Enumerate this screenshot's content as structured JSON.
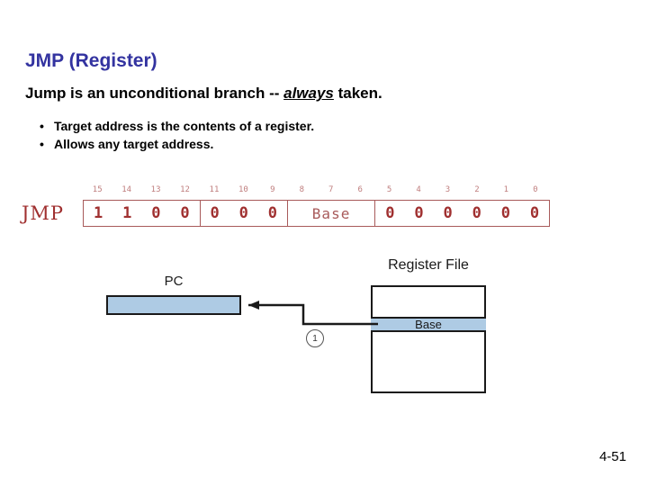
{
  "slide": {
    "title": "JMP (Register)",
    "lead_before": "Jump is an unconditional branch -- ",
    "lead_emph": "always",
    "lead_after": " taken.",
    "bullet_marker": "•",
    "bullets": [
      "Target address is the contents of a register.",
      "Allows any target address."
    ],
    "page_number": "4-51"
  },
  "encoding": {
    "mnemonic": "JMP",
    "bit_labels": [
      "15",
      "14",
      "13",
      "12",
      "11",
      "10",
      "9",
      "8",
      "7",
      "6",
      "5",
      "4",
      "3",
      "2",
      "1",
      "0"
    ],
    "fields": [
      {
        "name": "opcode",
        "kind": "bits",
        "bits": [
          "1",
          "1",
          "0",
          "0"
        ]
      },
      {
        "name": "zeros-3",
        "kind": "bits",
        "bits": [
          "0",
          "0",
          "0"
        ]
      },
      {
        "name": "base-reg",
        "kind": "text",
        "text": "Base"
      },
      {
        "name": "zeros-6",
        "kind": "bits",
        "bits": [
          "0",
          "0",
          "0",
          "0",
          "0",
          "0"
        ]
      }
    ],
    "accent_color": "#a03030",
    "border_color": "#a85a5a"
  },
  "diagram": {
    "pc_label": "PC",
    "register_file_label": "Register File",
    "register_row_label": "Base",
    "step_badge": "1",
    "highlight_color": "#aecbe4",
    "line_color": "#1a1a1a"
  }
}
